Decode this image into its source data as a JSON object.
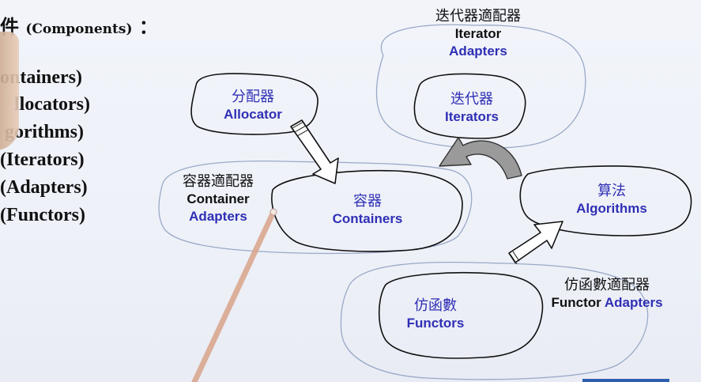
{
  "heading": {
    "main": "件",
    "components": "(Components)",
    "colon": "："
  },
  "list": [
    "ontainers)",
    "llocators)",
    "gorithms)",
    "(Iterators)",
    "(Adapters)",
    "(Functors)"
  ],
  "nodes": {
    "iterator_adapters": {
      "zh": "迭代器適配器",
      "en1": "Iterator",
      "en2": "Adapters"
    },
    "allocator": {
      "zh": "分配器",
      "en": "Allocator"
    },
    "iterators": {
      "zh": "迭代器",
      "en": "Iterators"
    },
    "container_adapters": {
      "zh": "容器適配器",
      "en1": "Container",
      "en2": "Adapters"
    },
    "containers": {
      "zh": "容器",
      "en": "Containers"
    },
    "algorithms": {
      "zh": "算法",
      "en": "Algorithms"
    },
    "functor_adapters": {
      "zh": "仿函數適配器",
      "en1": "Functor",
      "en2": "Adapters"
    },
    "functors": {
      "zh": "仿函數",
      "en": "Functors"
    }
  },
  "colors": {
    "label_blue": "#2f2fb5",
    "outline": "#111111",
    "cloud": "#9aa9c8",
    "arrow_fill": "#ffffff",
    "curved_arrow": "#8c8c8c"
  }
}
